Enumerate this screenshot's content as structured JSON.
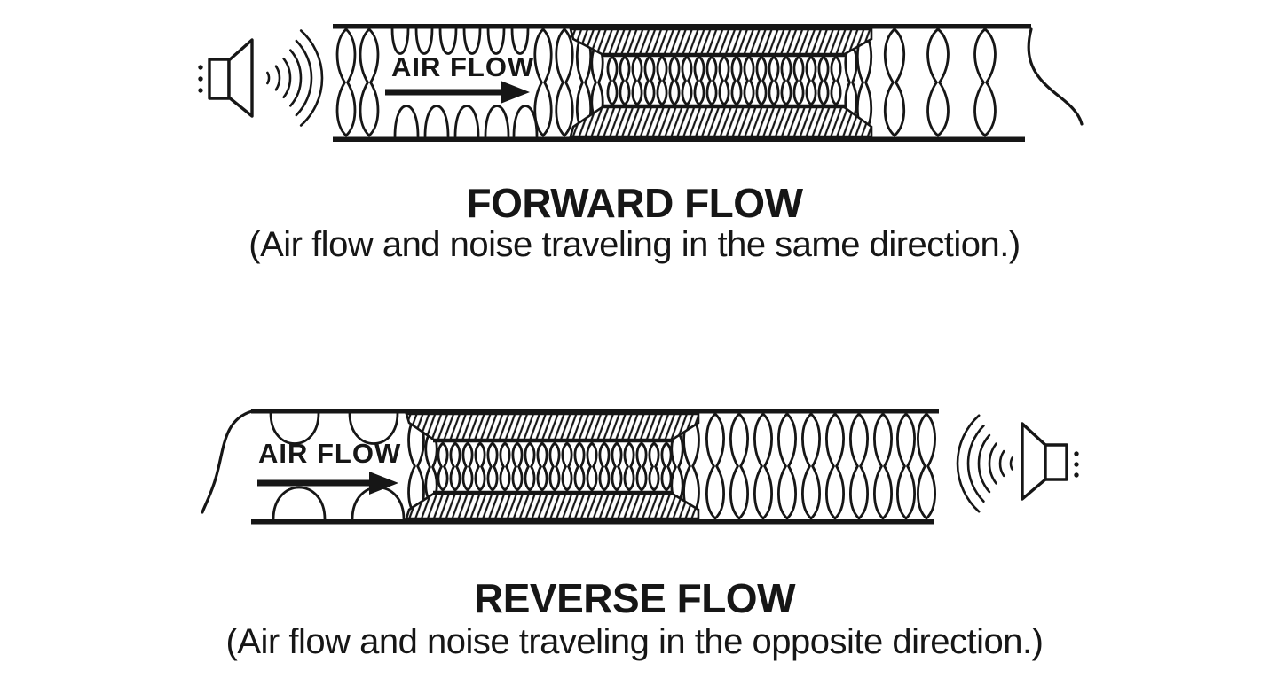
{
  "colors": {
    "ink": "#161616",
    "background": "#ffffff"
  },
  "forward_flow": {
    "air_flow_label": "AIR FLOW",
    "title": "FORWARD FLOW",
    "caption": "(Air flow and noise traveling in the same direction.)"
  },
  "reverse_flow": {
    "air_flow_label": "AIR FLOW",
    "title": "REVERSE FLOW",
    "caption": "(Air flow and noise traveling in the opposite direction.)"
  },
  "icons": {
    "forward_noise_source": "speaker-icon",
    "forward_noise_waves": "sound-waves-icon",
    "forward_flow_direction": "arrow-right-icon",
    "forward_silencer": "silencer-baffle-hatch-icon",
    "reverse_noise_source": "speaker-icon",
    "reverse_noise_waves": "sound-waves-icon",
    "reverse_flow_direction": "arrow-right-icon",
    "reverse_silencer": "silencer-baffle-hatch-icon"
  }
}
